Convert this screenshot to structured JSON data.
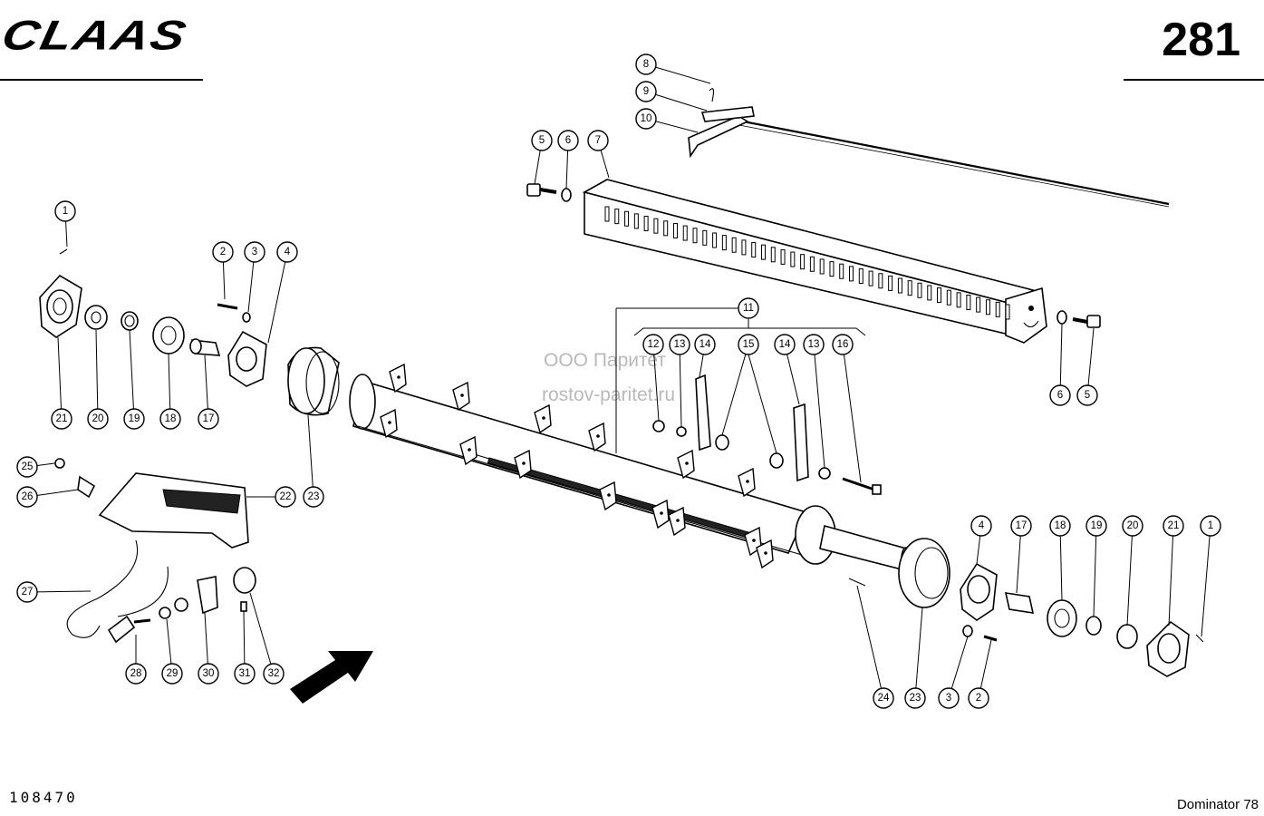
{
  "header": {
    "brand": "CLAAS",
    "page_number": "281"
  },
  "footer": {
    "doc_number": "108470",
    "model": "Dominator 78"
  },
  "watermark": {
    "line1": "ООО Паритет",
    "line2": "rostov-paritet.ru"
  },
  "callouts": {
    "c_1a": "1",
    "c_2a": "2",
    "c_3a": "3",
    "c_4a": "4",
    "c_21a": "21",
    "c_20a": "20",
    "c_19a": "19",
    "c_18a": "18",
    "c_17a": "17",
    "c_25": "25",
    "c_26": "26",
    "c_22": "22",
    "c_23a": "23",
    "c_27": "27",
    "c_28": "28",
    "c_29": "29",
    "c_30": "30",
    "c_31": "31",
    "c_32": "32",
    "c_8": "8",
    "c_9": "9",
    "c_10": "10",
    "c_5a": "5",
    "c_6a": "6",
    "c_7": "7",
    "c_6b": "6",
    "c_5b": "5",
    "c_11": "11",
    "c_12": "12",
    "c_13a": "13",
    "c_14a": "14",
    "c_15": "15",
    "c_14b": "14",
    "c_13b": "13",
    "c_16": "16",
    "c_4b": "4",
    "c_17b": "17",
    "c_18b": "18",
    "c_19b": "19",
    "c_20b": "20",
    "c_21b": "21",
    "c_1b": "1",
    "c_24": "24",
    "c_23b": "23",
    "c_3b": "3",
    "c_2b": "2"
  }
}
